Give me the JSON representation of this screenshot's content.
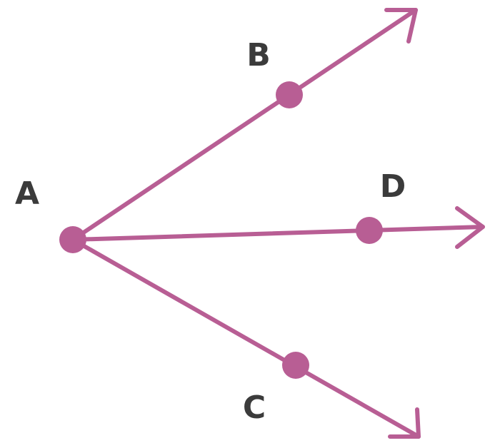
{
  "colors": {
    "ray": "#b85e94",
    "label": "#3b3b3b",
    "background": "#ffffff"
  },
  "points": {
    "A": {
      "label": "A"
    },
    "B": {
      "label": "B"
    },
    "C": {
      "label": "C"
    },
    "D": {
      "label": "D"
    }
  },
  "rays": [
    {
      "from": "A",
      "through": "B"
    },
    {
      "from": "A",
      "through": "D"
    },
    {
      "from": "A",
      "through": "C"
    }
  ]
}
